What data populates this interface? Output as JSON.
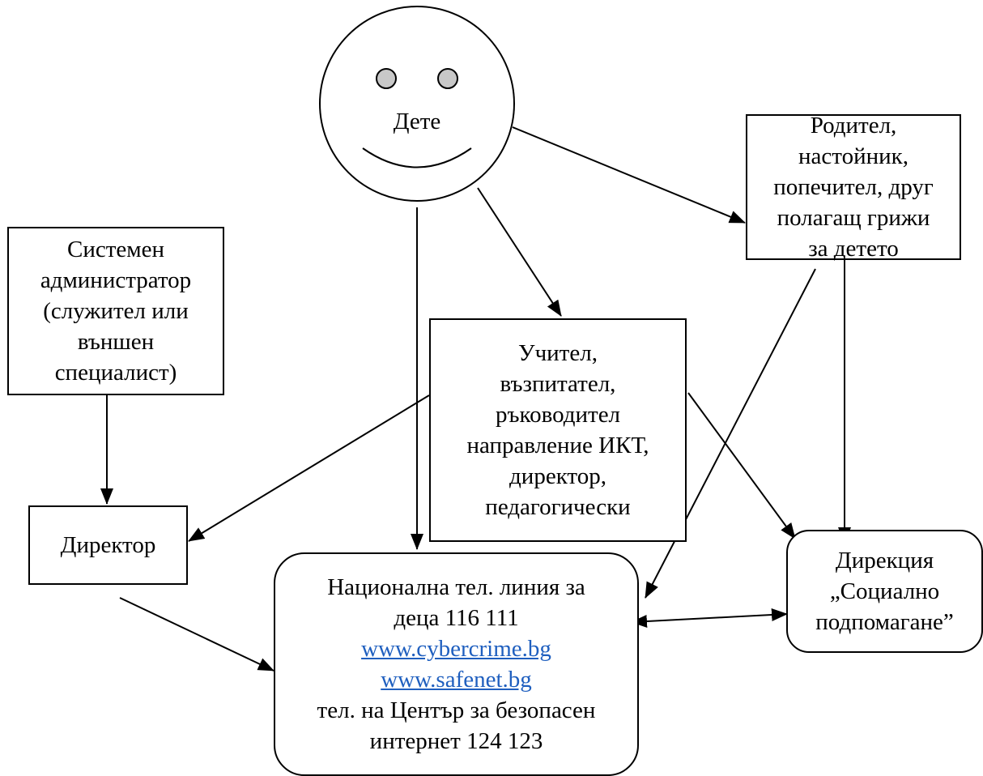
{
  "diagram": {
    "child": {
      "label": "Дете"
    },
    "parent": {
      "lines": [
        "Родител,",
        "настойник,",
        "попечител, друг",
        "полагащ грижи",
        "за детето"
      ]
    },
    "sysadmin": {
      "lines": [
        "Системен",
        "администратор",
        "(служител или",
        "външен",
        "специалист)"
      ]
    },
    "teacher": {
      "lines": [
        "Учител,",
        "възпитател,",
        "ръководител",
        "направление ИКТ,",
        "директор,",
        "педагогически"
      ]
    },
    "director": {
      "label": "Директор"
    },
    "hotline": {
      "line1": "Национална тел. линия за",
      "line2": "деца 116 111",
      "link1": "www.cybercrime.bg",
      "link2": "www.safenet.bg",
      "line5": "тел. на Център за безопасен",
      "line6": "интернет 124 123"
    },
    "social": {
      "lines": [
        "Дирекция",
        "„Социално",
        "подпомагане”"
      ]
    },
    "colors": {
      "stroke": "#000000",
      "eyes": "#c8c8c8",
      "link": "#1f5fbf"
    }
  }
}
